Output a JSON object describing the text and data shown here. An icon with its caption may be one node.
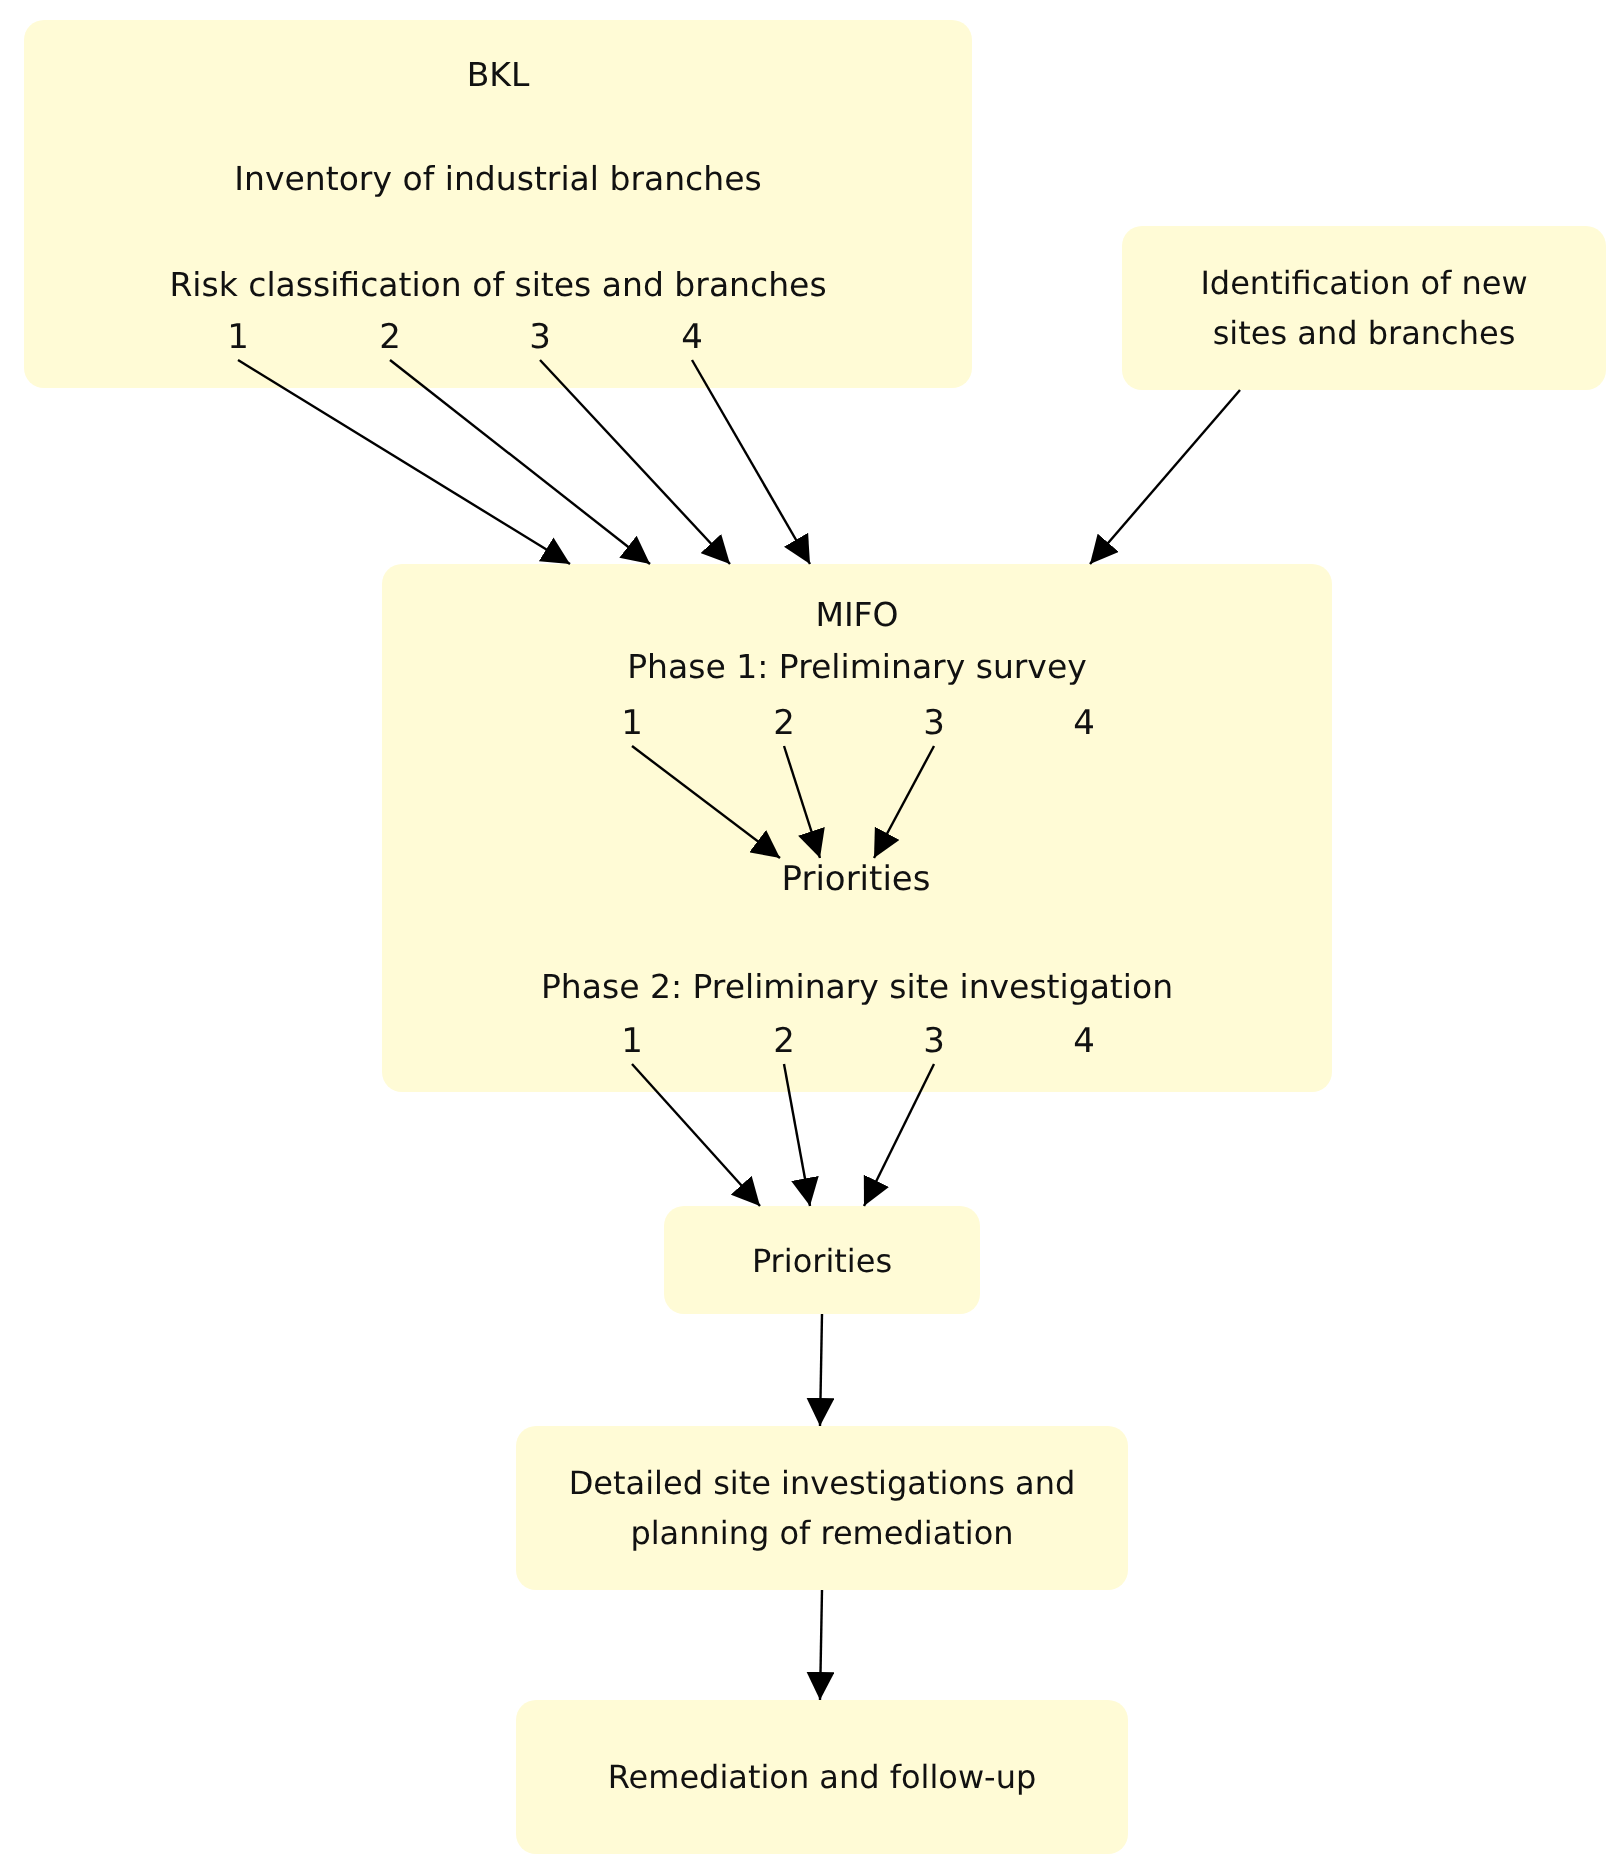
{
  "diagram": {
    "nodes": [
      {
        "text": [
          "BKL",
          "Inventory of industrial branches",
          "Risk classification of sites and branches"
        ]
      },
      {
        "text": [
          "1"
        ],
        "in": 0
      },
      {
        "text": [
          "2"
        ],
        "in": 0
      },
      {
        "text": [
          "3"
        ],
        "in": 0
      },
      {
        "text": [
          "4"
        ],
        "in": 0
      },
      {
        "text": [
          "Identification of new sites and branches"
        ]
      },
      {
        "text": [
          "MIFO",
          "Phase 1: Preliminary survey",
          "Phase 2: Preliminary site investigation"
        ]
      },
      {
        "text": [
          "1"
        ],
        "in": 6
      },
      {
        "text": [
          "2"
        ],
        "in": 6
      },
      {
        "text": [
          "3"
        ],
        "in": 6
      },
      {
        "text": [
          "4"
        ],
        "in": 6
      },
      {
        "text": [
          "Priorities"
        ],
        "in": 6
      },
      {
        "text": [
          "1"
        ],
        "in": 6
      },
      {
        "text": [
          "2"
        ],
        "in": 6
      },
      {
        "text": [
          "3"
        ],
        "in": 6
      },
      {
        "text": [
          "4"
        ],
        "in": 6
      },
      {
        "text": [
          "Priorities"
        ]
      },
      {
        "text": [
          "Detailed site investigations and planning of remediation"
        ]
      },
      {
        "text": [
          "Remediation and follow-up"
        ]
      }
    ],
    "edges": [
      {
        "from": 1,
        "to": 6,
        "arrow": "to"
      },
      {
        "from": 2,
        "to": 6,
        "arrow": "to"
      },
      {
        "from": 3,
        "to": 6,
        "arrow": "to"
      },
      {
        "from": 4,
        "to": 6,
        "arrow": "to"
      },
      {
        "from": 5,
        "to": 6,
        "arrow": "to"
      },
      {
        "from": 7,
        "to": 11,
        "arrow": "to"
      },
      {
        "from": 8,
        "to": 11,
        "arrow": "to"
      },
      {
        "from": 9,
        "to": 11,
        "arrow": "to"
      },
      {
        "from": 12,
        "to": 16,
        "arrow": "to"
      },
      {
        "from": 13,
        "to": 16,
        "arrow": "to"
      },
      {
        "from": 14,
        "to": 16,
        "arrow": "to"
      },
      {
        "from": 16,
        "to": 17,
        "arrow": "to"
      },
      {
        "from": 17,
        "to": 18,
        "arrow": "to"
      }
    ]
  }
}
